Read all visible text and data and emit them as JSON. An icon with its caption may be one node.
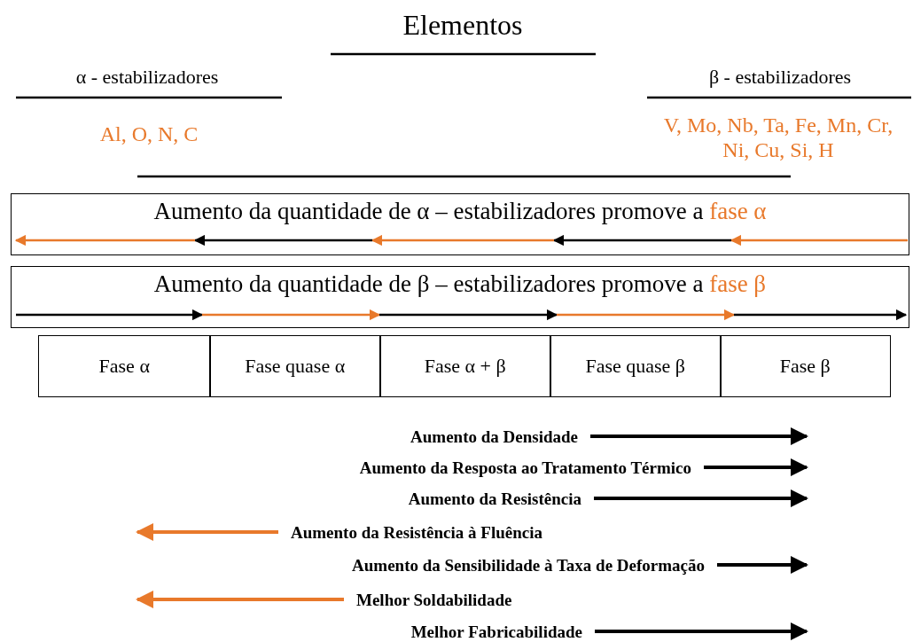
{
  "diagram": {
    "nodes": [
      {
        "text": [
          "Aumento da quantidade de α – estabilizadores promove a",
          "fase α"
        ]
      },
      {
        "text": [
          "Aumento da quantidade de β – estabilizadores promove a",
          "fase β"
        ]
      },
      {
        "text": [
          "Fase α"
        ]
      },
      {
        "text": [
          "Fase quase α"
        ]
      },
      {
        "text": [
          "Fase α + β"
        ]
      },
      {
        "text": [
          "Fase quase β"
        ]
      },
      {
        "text": [
          "Fase β"
        ]
      },
      {
        "text": [
          "Aumento da Densidade"
        ]
      },
      {
        "text": [
          "Aumento da Resposta ao Tratamento Térmico"
        ]
      },
      {
        "text": [
          "Aumento da Resistência"
        ]
      },
      {
        "text": [
          "Aumento da Resistência à Fluência"
        ]
      },
      {
        "text": [
          "Aumento da Sensibilidade à Taxa de Deformação"
        ]
      },
      {
        "text": [
          "Melhor Soldabilidade"
        ]
      },
      {
        "text": [
          "Melhor Fabricabilidade"
        ]
      }
    ],
    "edges": [
      {
        "from": 7,
        "to": null,
        "arrow": "to"
      },
      {
        "from": 8,
        "to": null,
        "arrow": "to"
      },
      {
        "from": 9,
        "to": null,
        "arrow": "to"
      },
      {
        "from": 10,
        "to": null,
        "arrow": "to",
        "color": "#e8792b"
      },
      {
        "from": 11,
        "to": null,
        "arrow": "to"
      },
      {
        "from": 12,
        "to": null,
        "arrow": "to",
        "color": "#e8792b"
      },
      {
        "from": 13,
        "to": null,
        "arrow": "to"
      }
    ],
    "labels": [
      "Elementos",
      "α - estabilizadores",
      "β - estabilizadores",
      "Al, O, N, C",
      "V, Mo, Nb, Ta, Fe, Mn, Cr, Ni, Cu, Si, H"
    ]
  }
}
